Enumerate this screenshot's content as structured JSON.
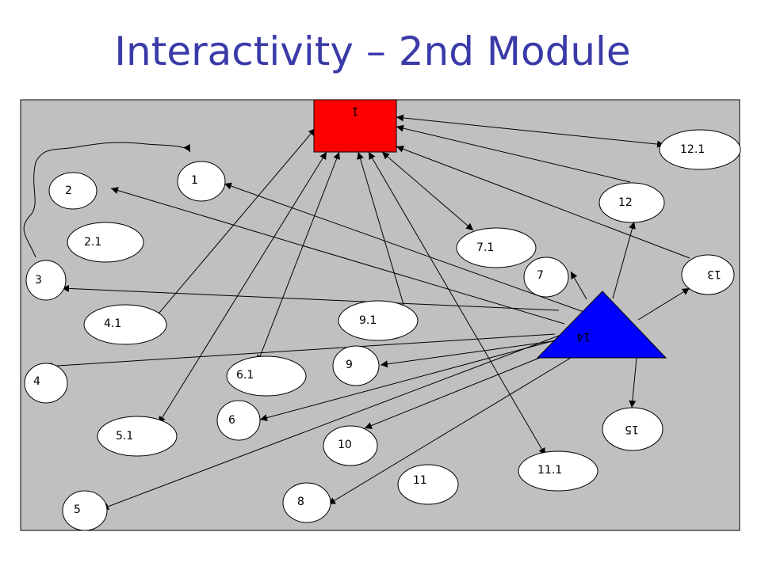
{
  "title": "Interactivity – 2nd Module",
  "colors": {
    "title": "#3a3aa8",
    "panel": "#c0c0c0",
    "hub_square": "#ff0000",
    "hub_triangle": "#0000ff"
  },
  "nodes": {
    "n1": "1",
    "n2": "2",
    "n2_1": "2.1",
    "n3": "3",
    "n4": "4",
    "n4_1": "4.1",
    "n5": "5",
    "n5_1": "5.1",
    "n6": "6",
    "n6_1": "6.1",
    "n7": "7",
    "n7_1": "7.1",
    "n8": "8",
    "n9": "9",
    "n9_1": "9.1",
    "n10": "10",
    "n11": "11",
    "n11_1": "11.1",
    "n12": "12",
    "n12_1": "12.1",
    "n13": "13",
    "n14": "14",
    "n15": "15",
    "sq": "1"
  },
  "edges": [
    {
      "from": "sq",
      "to": "n12_1",
      "direction": "both"
    },
    {
      "from": "n12",
      "to": "sq",
      "direction": "to"
    },
    {
      "from": "n13",
      "to": "sq",
      "direction": "to"
    },
    {
      "from": "sq",
      "to": "n7_1",
      "direction": "both"
    },
    {
      "from": "sq",
      "to": "n9_1",
      "direction": "both"
    },
    {
      "from": "sq",
      "to": "n11_1",
      "direction": "both"
    },
    {
      "from": "sq",
      "to": "n6_1",
      "direction": "both"
    },
    {
      "from": "sq",
      "to": "n5_1",
      "direction": "both"
    },
    {
      "from": "sq",
      "to": "n4_1",
      "direction": "both"
    },
    {
      "from": "n14",
      "to": "n1",
      "direction": "to"
    },
    {
      "from": "n14",
      "to": "n2",
      "direction": "to"
    },
    {
      "from": "n14",
      "to": "n3",
      "direction": "to"
    },
    {
      "from": "n14",
      "to": "n4",
      "direction": "to"
    },
    {
      "from": "n14",
      "to": "n5",
      "direction": "to"
    },
    {
      "from": "n14",
      "to": "n6",
      "direction": "to"
    },
    {
      "from": "n14",
      "to": "n9",
      "direction": "to"
    },
    {
      "from": "n14",
      "to": "n10",
      "direction": "to"
    },
    {
      "from": "n14",
      "to": "n8",
      "direction": "to"
    },
    {
      "from": "n14",
      "to": "n7",
      "direction": "to"
    },
    {
      "from": "n14",
      "to": "n12",
      "direction": "to"
    },
    {
      "from": "n14",
      "to": "n13",
      "direction": "to"
    },
    {
      "from": "n14",
      "to": "n15",
      "direction": "to"
    }
  ]
}
